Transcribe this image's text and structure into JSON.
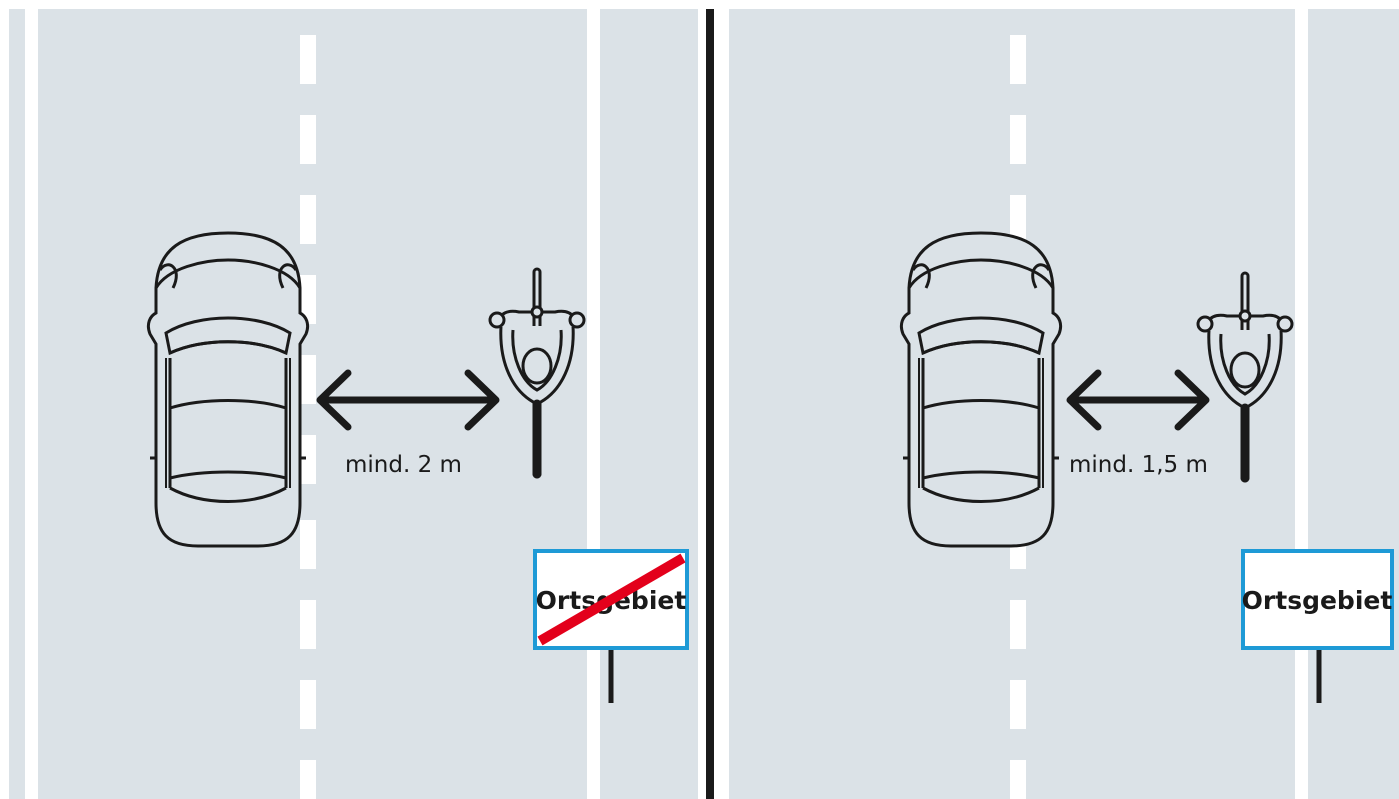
{
  "panels": [
    {
      "id": "outside-town",
      "distance_label": "mind. 2 m",
      "sign_text": "Ortsgebiet",
      "sign_crossed_out": true
    },
    {
      "id": "inside-town",
      "distance_label": "mind. 1,5 m",
      "sign_text": "Ortsgebiet",
      "sign_crossed_out": false
    }
  ],
  "colors": {
    "road": "#dbe2e7",
    "marking": "#ffffff",
    "outline": "#1a1a1a",
    "car_fill": "#dbe2e7",
    "sign_border": "#1e9ad6",
    "cross_out": "#e3001b"
  },
  "icons": [
    "car-icon",
    "cyclist-icon",
    "double-arrow-icon",
    "town-sign-icon"
  ]
}
